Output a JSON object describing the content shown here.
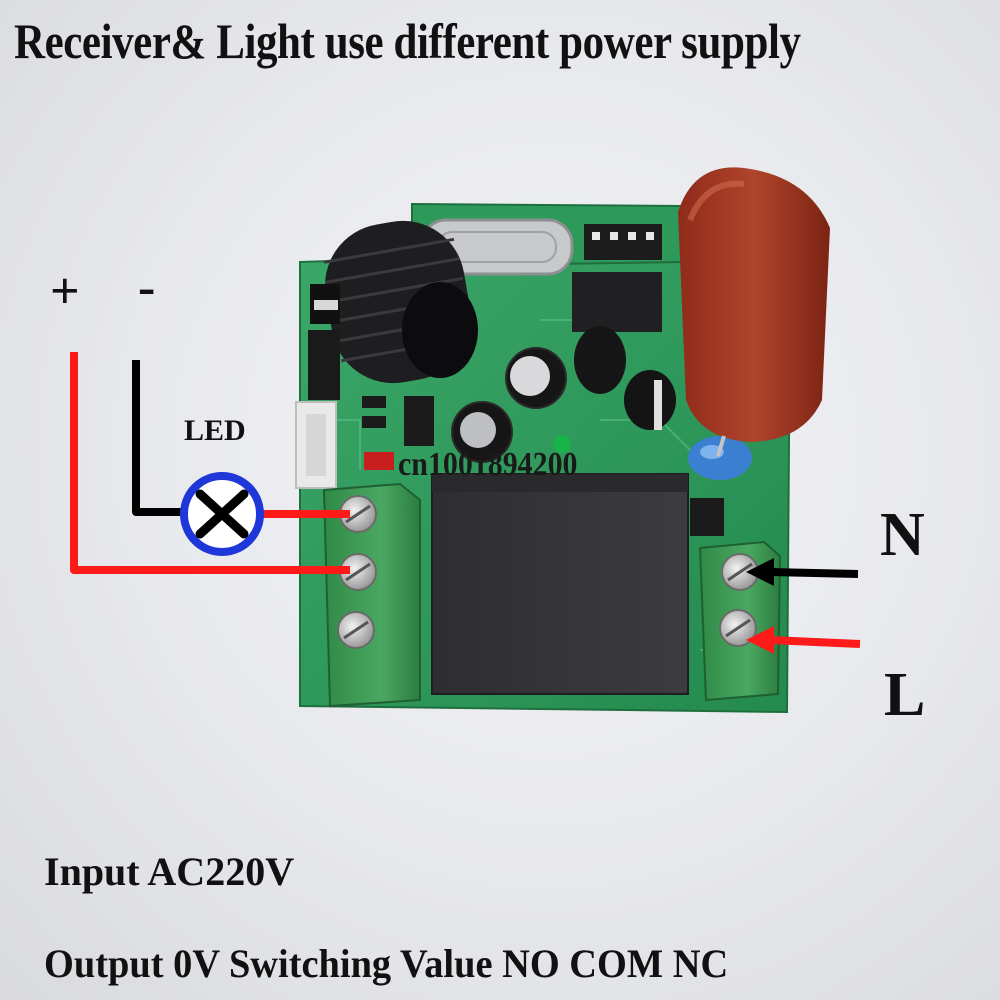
{
  "title": "Receiver& Light use different power supply",
  "dc_terminals": {
    "positive": "+",
    "negative": "-"
  },
  "load": {
    "label": "LED",
    "icon": "lamp-icon"
  },
  "watermark": "cn1001894200",
  "ac_terminals": {
    "neutral": "N",
    "live": "L"
  },
  "specs": {
    "input": "Input AC220V",
    "output": "Output 0V Switching Value NO COM NC"
  },
  "colors": {
    "wire_positive": "#ff1a1a",
    "wire_negative": "#000000",
    "lamp_ring": "#1f36d8",
    "pcb": "#2f9a5a",
    "terminal_block": "#3f9a55"
  }
}
